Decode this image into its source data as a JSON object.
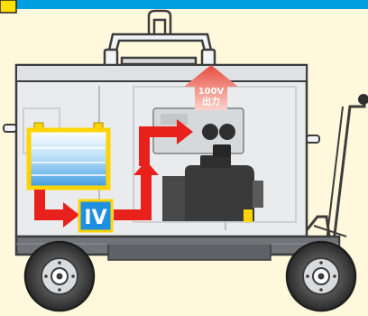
{
  "diagram": {
    "inverter_label": "IV",
    "output_label_line1": "100V",
    "output_label_line2": "出力"
  },
  "colors": {
    "background": "#fff8dc",
    "top_bar": "#00a0e0",
    "corner_tab": "#ffe000",
    "generator_body": "#e9ebec",
    "generator_outline": "#3c3c3c",
    "chassis": "#707478",
    "engine": "#3a3a3a",
    "battery_frame": "#ffd400",
    "battery_fill": "#5aaee6",
    "flow_arrow": "#e8211c",
    "inverter_box": "#1f8fe0",
    "output_arrow_top": "#e85a50",
    "output_arrow_bottom": "#f6b4ac"
  }
}
